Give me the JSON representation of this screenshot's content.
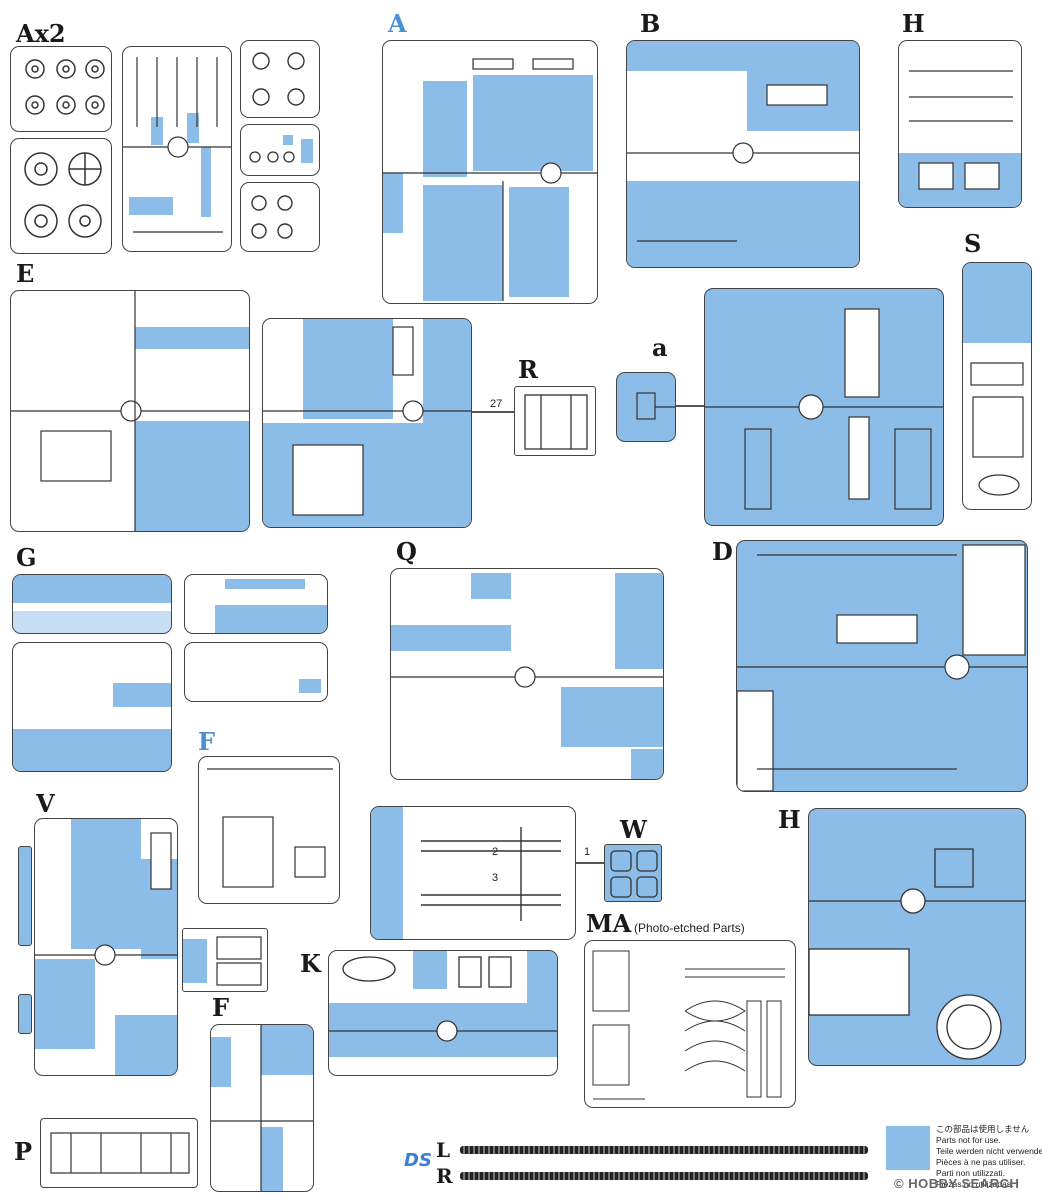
{
  "colors": {
    "part_unused": "#8cbde8",
    "outline": "#444444",
    "label_blue": "#4a8fd1"
  },
  "sprues": {
    "Ax2": "Ax2",
    "A": "A",
    "B": "B",
    "H1": "H",
    "E": "E",
    "R": "R",
    "a": "a",
    "S": "S",
    "G": "G",
    "Q": "Q",
    "D": "D",
    "F_blue": "F",
    "V": "V",
    "W": "W",
    "H2": "H",
    "K": "K",
    "MA": "MA",
    "F": "F",
    "P": "P",
    "L": "L",
    "R_track": "R"
  },
  "ma_note": "(Photo-etched Parts)",
  "connector_label": "27",
  "w_labels": [
    "1",
    "2",
    "3"
  ],
  "legend": {
    "line1": "この部品は使用しません",
    "line2": "Parts not for use.",
    "line3": "Teile werden nicht verwendet.",
    "line4": "Pièces à ne pas utiliser.",
    "line5": "Parti non utilizzati.",
    "line6": "Piezas no utilizadas."
  },
  "brand": "DS",
  "watermark": "© HOBBY SEARCH"
}
